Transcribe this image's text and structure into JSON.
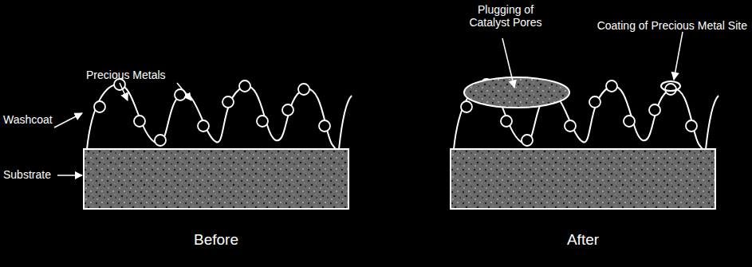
{
  "diagram": {
    "labels": [
      "Precious Metals",
      "Washcoat",
      "Substrate",
      "Before",
      "Plugging of Catalyst Pores",
      "Coating of Precious Metal Site",
      "After"
    ]
  }
}
